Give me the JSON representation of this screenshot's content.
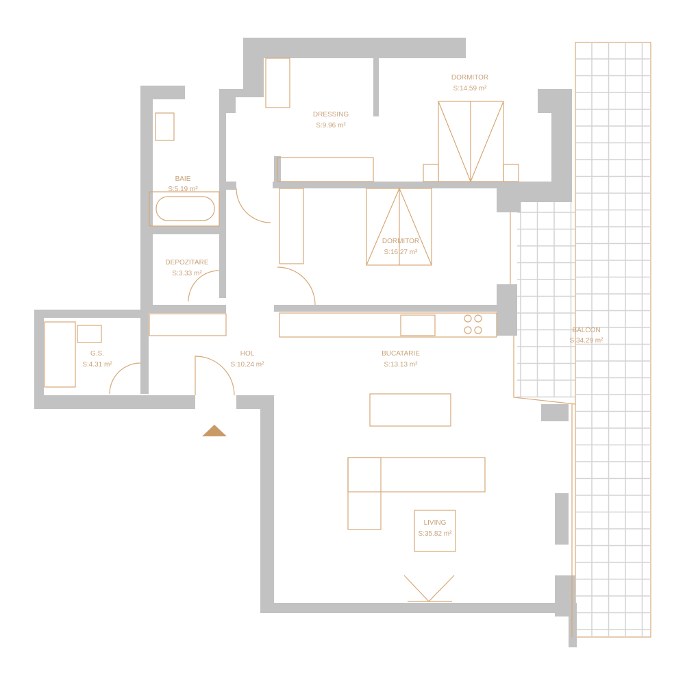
{
  "title": "Floor plan",
  "colors": {
    "wall": "#c2c2c2",
    "accent": "#d7a877",
    "label": "#c9a27a"
  },
  "rooms": [
    {
      "name": "DORMITOR",
      "area": "S:14.59 m²"
    },
    {
      "name": "DRESSING",
      "area": "S:9.96 m²"
    },
    {
      "name": "BAIE",
      "area": "S:5.19 m²"
    },
    {
      "name": "DORMITOR",
      "area": "S:16.27 m²"
    },
    {
      "name": "DEPOZITARE",
      "area": "S:3.33 m²"
    },
    {
      "name": "G.S.",
      "area": "S:4.31 m²"
    },
    {
      "name": "HOL",
      "area": "S:10.24 m²"
    },
    {
      "name": "BUCATARIE",
      "area": "S:13.13 m²"
    },
    {
      "name": "BALCON",
      "area": "S:34.29 m²"
    },
    {
      "name": "LIVING",
      "area": "S:35.82 m²"
    }
  ],
  "entrance_icon": "entrance-arrow-icon"
}
